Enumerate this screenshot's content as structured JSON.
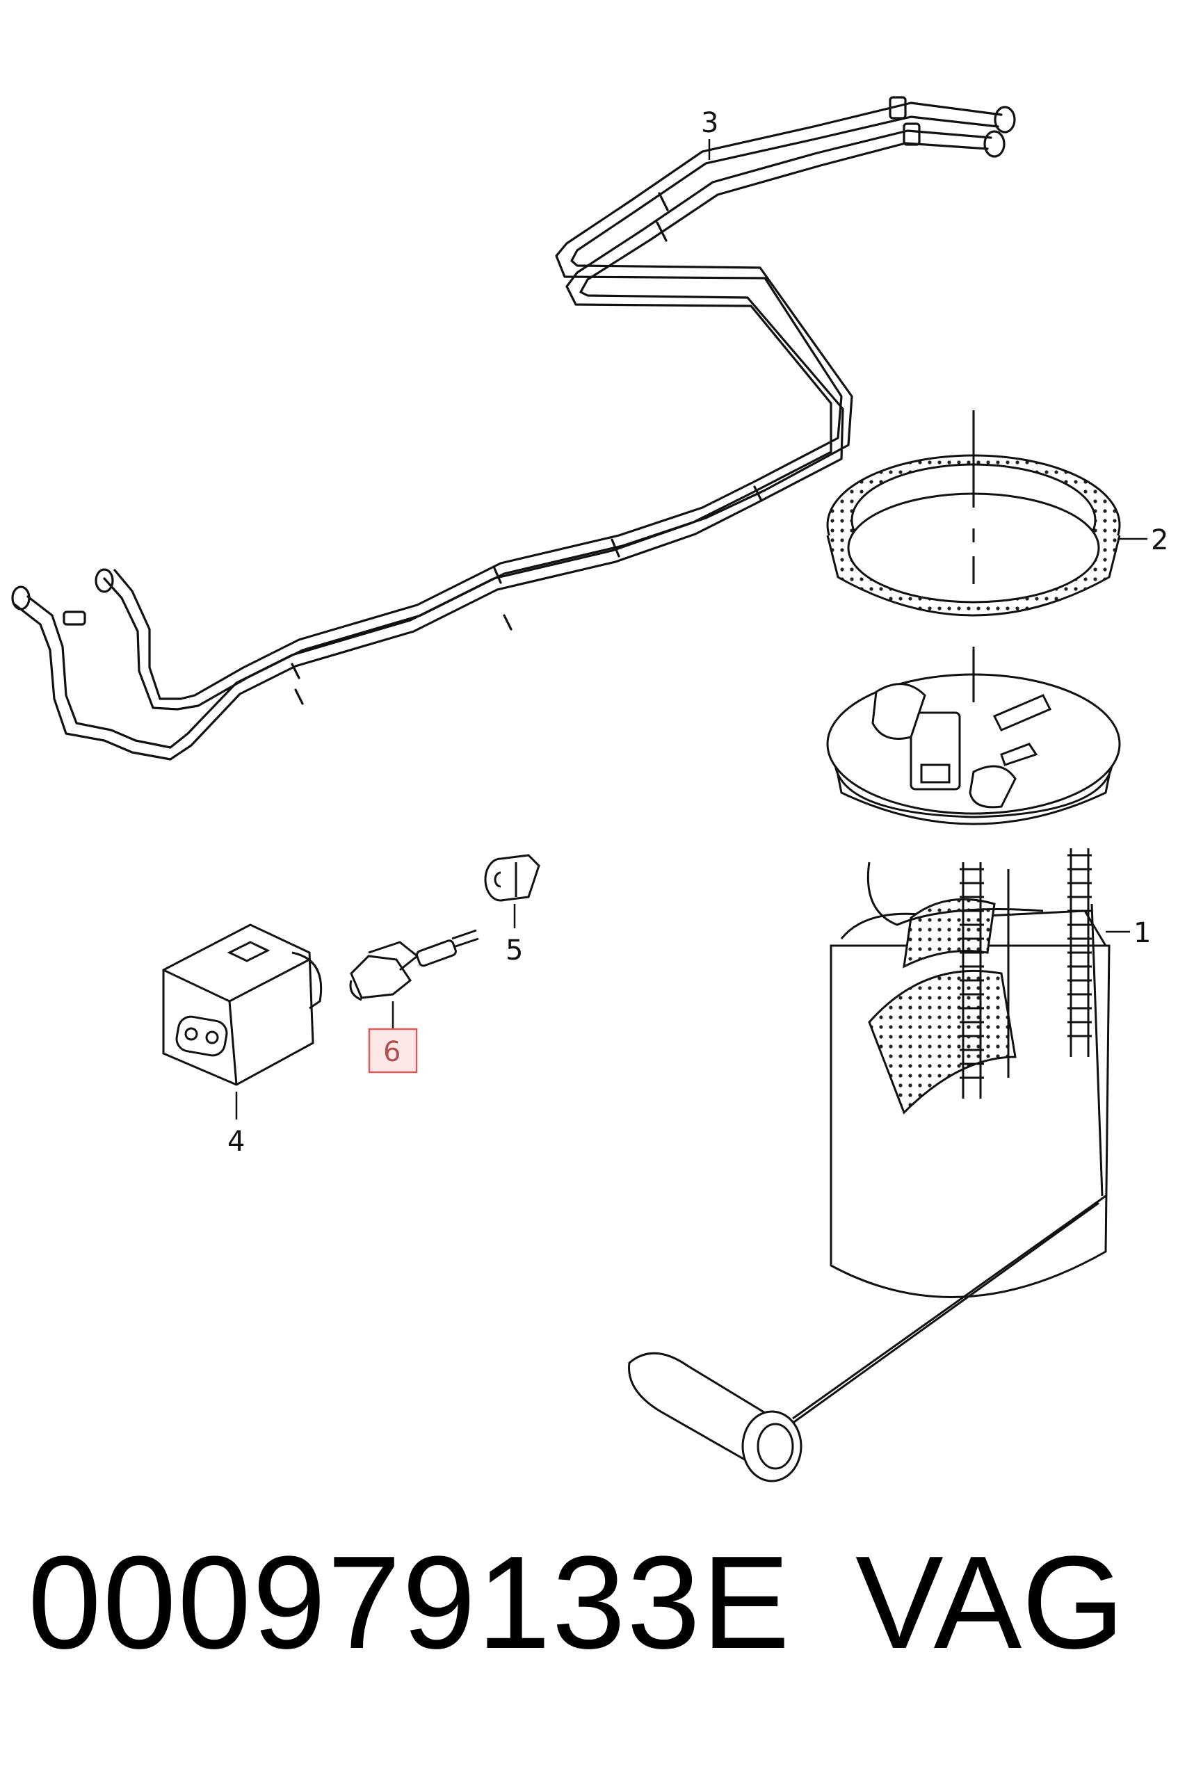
{
  "diagram": {
    "callouts": [
      {
        "id": "1",
        "label": "1"
      },
      {
        "id": "2",
        "label": "2"
      },
      {
        "id": "3",
        "label": "3"
      },
      {
        "id": "4",
        "label": "4"
      },
      {
        "id": "5",
        "label": "5"
      },
      {
        "id": "6",
        "label": "6",
        "highlighted": true
      }
    ],
    "highlight_color": "#e05a5a",
    "highlight_fill": "#fde8e8"
  },
  "footer": {
    "part_number": "000979133E",
    "brand": "VAG"
  }
}
